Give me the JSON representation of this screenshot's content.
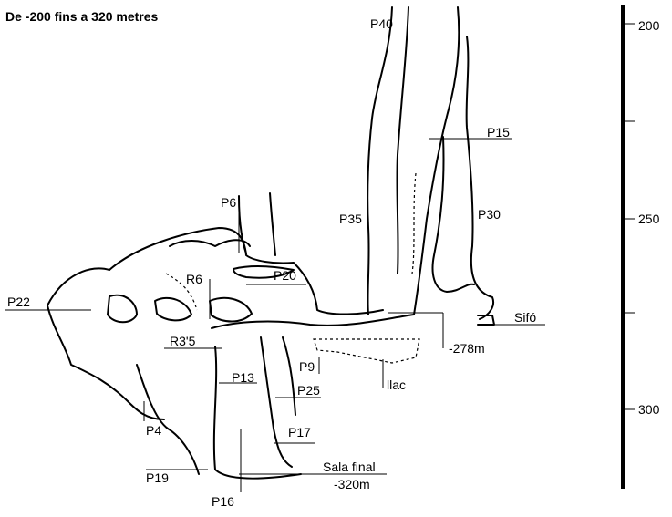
{
  "title": "De -200 fins a 320 metres",
  "labels": {
    "p40": "P40",
    "p15": "P15",
    "p30": "P30",
    "p35": "P35",
    "p6": "P6",
    "p20": "P20",
    "r6": "R6",
    "p22": "P22",
    "r3_5": "R3'5",
    "p9": "P9",
    "p13": "P13",
    "p25": "P25",
    "p4": "P4",
    "p17": "P17",
    "p19": "P19",
    "p16": "P16",
    "sifo": "Sifó",
    "m278": "-278m",
    "llac": "llac",
    "sala_final": "Sala final",
    "m320": "-320m"
  },
  "scale": {
    "ticks": [
      "200",
      "250",
      "300"
    ]
  },
  "colors": {
    "ink": "#000000",
    "paper": "#ffffff"
  }
}
